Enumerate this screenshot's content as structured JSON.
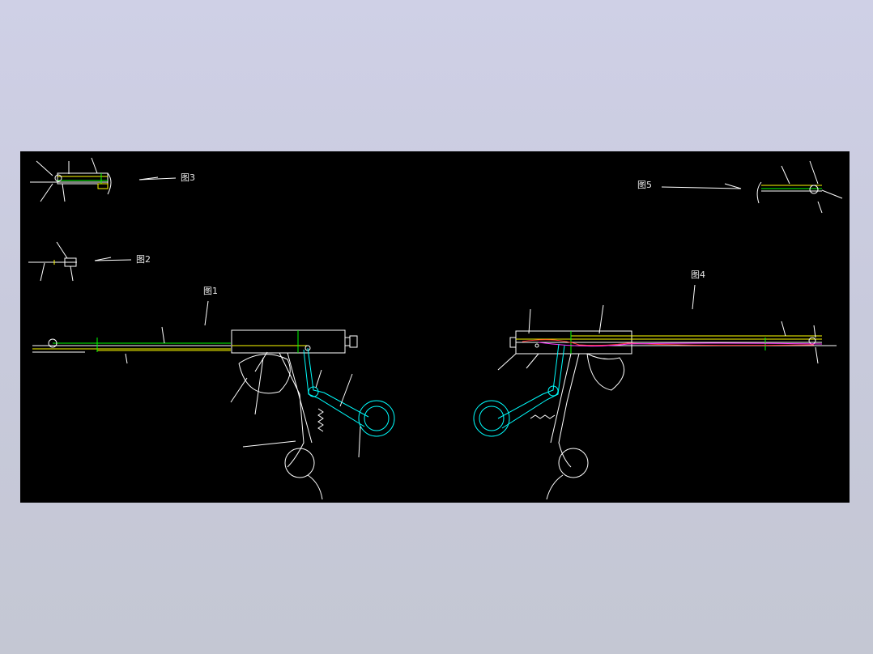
{
  "figures": {
    "fig1": "图1",
    "fig2": "图2",
    "fig3": "图3",
    "fig4": "图4",
    "fig5": "图5"
  },
  "colors": {
    "background": "#000000",
    "outline": "#ffffff",
    "shaft": "#ffff00",
    "guide": "#00ff00",
    "handle": "#00ffff",
    "wire_red": "#ff3030",
    "wire_magenta": "#ff33ff"
  },
  "icons": {
    "drawing": "cad-drawing"
  }
}
